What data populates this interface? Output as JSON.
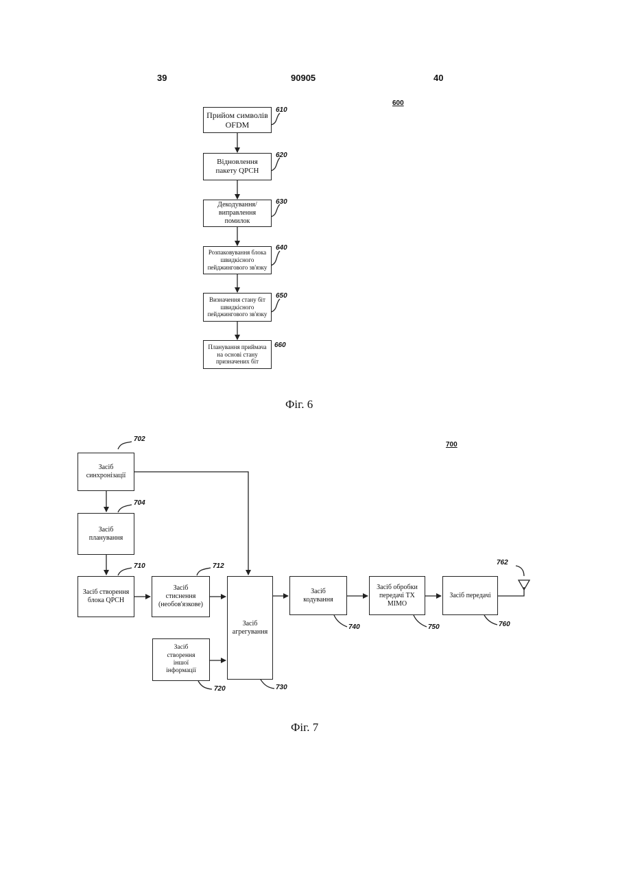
{
  "header": {
    "page_left": "39",
    "patent_number": "90905",
    "page_right": "40"
  },
  "fig6": {
    "id": "600",
    "steps": [
      {
        "label": "Прийом символів\nOFDM",
        "ref": "610"
      },
      {
        "label": "Відновлення\nпакету QPCH",
        "ref": "620"
      },
      {
        "label": "Декодування/\nвиправлення\nпомилок",
        "ref": "630"
      },
      {
        "label": "Розпаковування блока\nшвидкісного\nпейджингового зв'язку",
        "ref": "640"
      },
      {
        "label": "Визначення стану біт\nшвидкісного\nпейджингового зв'язку",
        "ref": "650"
      },
      {
        "label": "Планування приймача\nна основі стану\nпризначених біт",
        "ref": "660"
      }
    ],
    "caption": "Фіг. 6"
  },
  "fig7": {
    "id": "700",
    "blocks": {
      "sync": {
        "label": "Засіб\nсинхронізації",
        "ref": "702"
      },
      "sched": {
        "label": "Засіб\nпланування",
        "ref": "704"
      },
      "qpch": {
        "label": "Засіб створення\nблока QPCH",
        "ref": "710"
      },
      "compress": {
        "label": "Засіб\nстиснення\n(необов'язкове)",
        "ref": "712"
      },
      "other": {
        "label": "Засіб\nстворення\nіншої\nінформації",
        "ref": "720"
      },
      "aggregate": {
        "label": "Засіб\nагрегування",
        "ref": "730"
      },
      "encode": {
        "label": "Засіб\nкодування",
        "ref": "740"
      },
      "mimo": {
        "label": "Засіб обробки\nпередачі TX\nMIMO",
        "ref": "750"
      },
      "transmit": {
        "label": "Засіб передачі",
        "ref": "760"
      }
    },
    "antenna_ref": "762",
    "caption": "Фіг. 7"
  }
}
